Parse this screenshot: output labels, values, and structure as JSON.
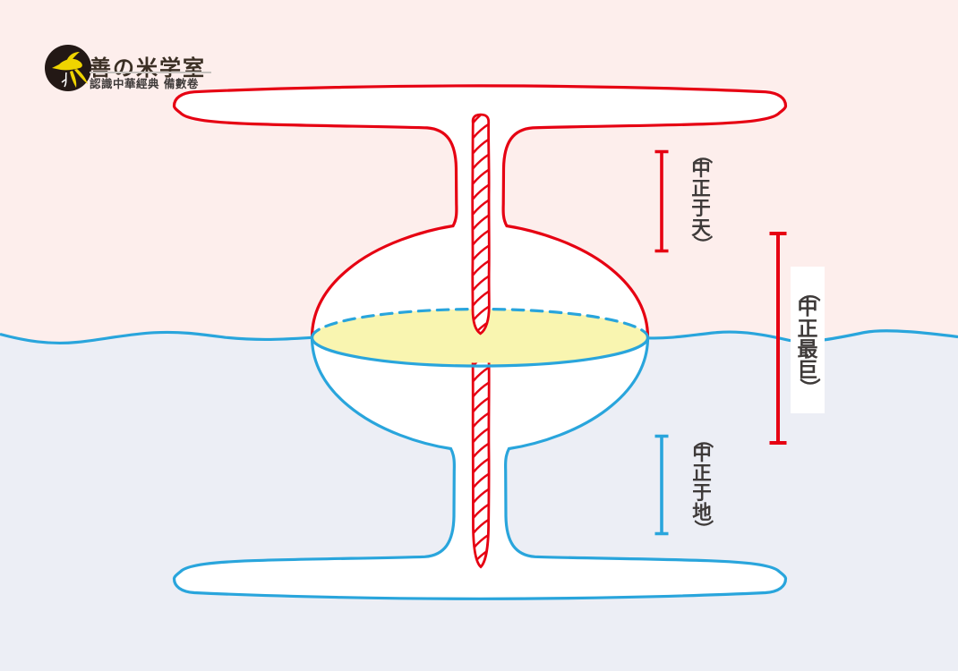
{
  "logo": {
    "icon": "bird-in-circle",
    "title": "善の米学室",
    "subtitle": "認識中華經典 備數卷"
  },
  "diagram": {
    "annotations": [
      {
        "id": "heaven",
        "text": "（中正于天）",
        "bar_color": "#e60012",
        "position": "upper-right"
      },
      {
        "id": "max",
        "text": "（中正最巨）",
        "bar_color": "#e60012",
        "position": "middle-right"
      },
      {
        "id": "earth",
        "text": "（中正于地）",
        "bar_color": "#29a5dc",
        "position": "lower-right"
      }
    ],
    "colors": {
      "upper_outline": "#e60012",
      "lower_outline": "#29a5dc",
      "waterline": "#29a5dc",
      "sky_background": "#fdeeec",
      "water_background": "#eceef5",
      "disc_fill": "#f9f5b0",
      "label_text": "#3e3a39",
      "logo_circle": "#231815",
      "logo_bird": "#efd400"
    }
  }
}
